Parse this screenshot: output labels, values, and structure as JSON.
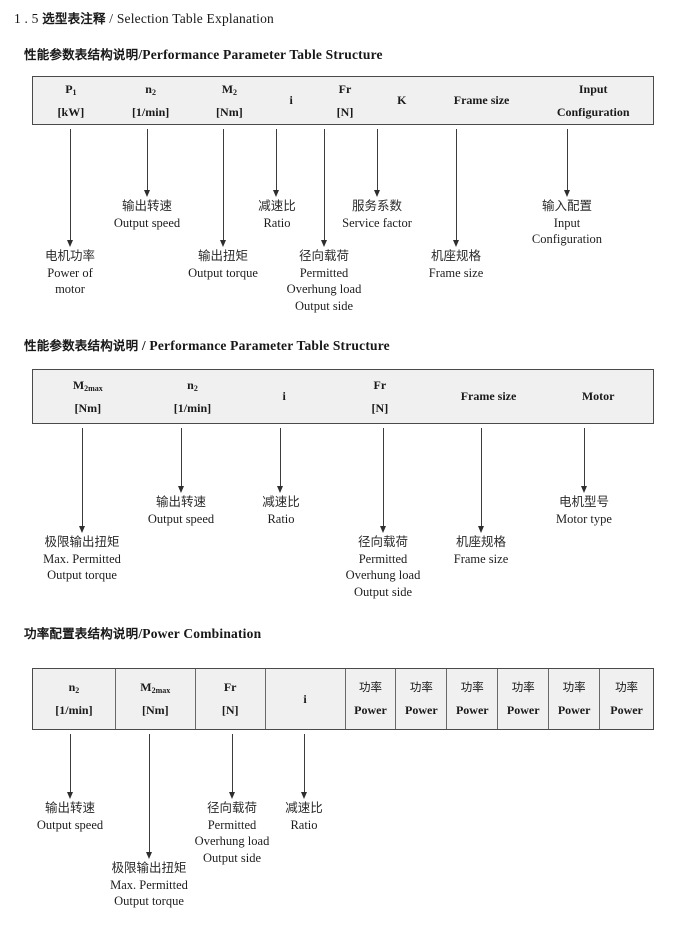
{
  "page": {
    "section_number": "1 . 5",
    "title_cn": "选型表注释",
    "title_sep": "/",
    "title_en": "Selection Table Explanation"
  },
  "sections": [
    {
      "id": "performance-1",
      "heading_cn": "性能参数表结构说明",
      "heading_sep": "/",
      "heading_en": "Performance Parameter Table Structure",
      "table": {
        "divided": false,
        "columns": [
          {
            "line1": "P",
            "sub1": "1",
            "line2": "[kW]"
          },
          {
            "line1": "n",
            "sub1": "2",
            "line2": "[1/min]"
          },
          {
            "line1": "M",
            "sub1": "2",
            "line2": "[Nm]"
          },
          {
            "line1": "i",
            "sub1": "",
            "line2": ""
          },
          {
            "line1": "Fr",
            "sub1": "",
            "line2": "[N]"
          },
          {
            "line1": "K",
            "sub1": "",
            "line2": ""
          },
          {
            "line1": "Frame size",
            "sub1": "",
            "line2": ""
          },
          {
            "line1": "Input",
            "sub1": "",
            "line2": "Configuration"
          }
        ]
      },
      "annotations": [
        {
          "cn": "电机功率",
          "en": [
            "Power of",
            "motor"
          ]
        },
        {
          "cn": "输出转速",
          "en": [
            "Output speed"
          ]
        },
        {
          "cn": "输出扭矩",
          "en": [
            "Output torque"
          ]
        },
        {
          "cn": "减速比",
          "en": [
            "Ratio"
          ]
        },
        {
          "cn": "径向载荷",
          "en": [
            "Permitted",
            "Overhung load",
            "Output side"
          ]
        },
        {
          "cn": "服务系数",
          "en": [
            "Service factor"
          ]
        },
        {
          "cn": "机座规格",
          "en": [
            "Frame size"
          ]
        },
        {
          "cn": "输入配置",
          "en": [
            "Input",
            "Configuration"
          ]
        }
      ]
    },
    {
      "id": "performance-2",
      "heading_cn": "性能参数表结构说明",
      "heading_sep": "/",
      "heading_en": "Performance Parameter Table Structure",
      "table": {
        "divided": false,
        "columns": [
          {
            "line1": "M",
            "sub1": "2max",
            "line2": "[Nm]"
          },
          {
            "line1": "n",
            "sub1": "2",
            "line2": "[1/min]"
          },
          {
            "line1": "i",
            "sub1": "",
            "line2": ""
          },
          {
            "line1": "Fr",
            "sub1": "",
            "line2": "[N]"
          },
          {
            "line1": "Frame size",
            "sub1": "",
            "line2": ""
          },
          {
            "line1": "Motor",
            "sub1": "",
            "line2": ""
          }
        ]
      },
      "annotations": [
        {
          "cn": "极限输出扭矩",
          "en": [
            "Max. Permitted",
            "Output  torque"
          ]
        },
        {
          "cn": "输出转速",
          "en": [
            "Output speed"
          ]
        },
        {
          "cn": "减速比",
          "en": [
            "Ratio"
          ]
        },
        {
          "cn": "径向载荷",
          "en": [
            "Permitted",
            "Overhung load",
            "Output side"
          ]
        },
        {
          "cn": "机座规格",
          "en": [
            "Frame size"
          ]
        },
        {
          "cn": "电机型号",
          "en": [
            "Motor type"
          ]
        }
      ]
    },
    {
      "id": "power-combination",
      "heading_cn": "功率配置表结构说明",
      "heading_sep": "/",
      "heading_en": "Power Combination",
      "table": {
        "divided": true,
        "columns": [
          {
            "line1": "n",
            "sub1": "2",
            "line2": "[1/min]"
          },
          {
            "line1": "M",
            "sub1": "2max",
            "line2": "[Nm]"
          },
          {
            "line1": "Fr",
            "sub1": "",
            "line2": "[N]"
          },
          {
            "line1": "i",
            "sub1": "",
            "line2": ""
          },
          {
            "cn1": "功率",
            "line2": "Power"
          },
          {
            "cn1": "功率",
            "line2": "Power"
          },
          {
            "cn1": "功率",
            "line2": "Power"
          },
          {
            "cn1": "功率",
            "line2": "Power"
          },
          {
            "cn1": "功率",
            "line2": "Power"
          },
          {
            "cn1": "功率",
            "line2": "Power"
          }
        ]
      },
      "annotations": [
        {
          "cn": "输出转速",
          "en": [
            "Output speed"
          ]
        },
        {
          "cn": "极限输出扭矩",
          "en": [
            "Max. Permitted",
            "Output  torque"
          ]
        },
        {
          "cn": "径向载荷",
          "en": [
            "Permitted",
            "Overhung load",
            "Output side"
          ]
        },
        {
          "cn": "减速比",
          "en": [
            "Ratio"
          ]
        }
      ]
    }
  ]
}
